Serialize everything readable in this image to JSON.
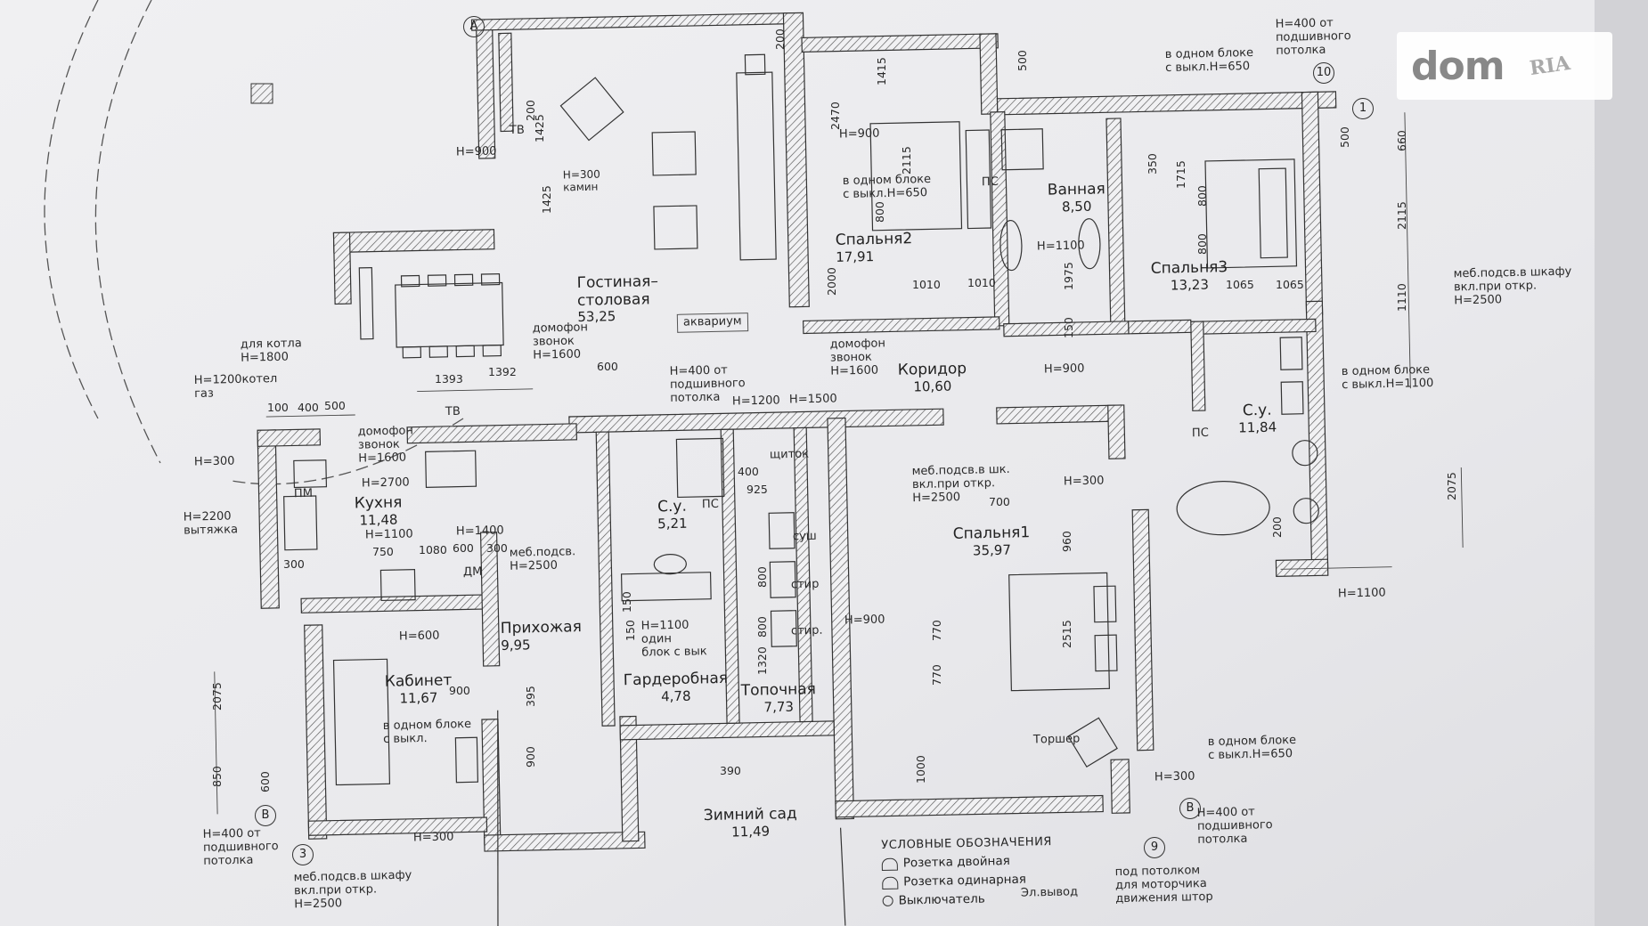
{
  "watermark": {
    "dom": "dom",
    "ria": "RIA"
  },
  "rooms": [
    {
      "id": "living",
      "name": "Гостиная–\nстоловая",
      "area": "53,25"
    },
    {
      "id": "bedroom2",
      "name": "Спальня2",
      "area": "17,91"
    },
    {
      "id": "bathroom",
      "name": "Ванная",
      "area": "8,50"
    },
    {
      "id": "bedroom3",
      "name": "Спальня3",
      "area": "13,23"
    },
    {
      "id": "corridor",
      "name": "Коридор",
      "area": "10,60"
    },
    {
      "id": "kitchen",
      "name": "Кухня",
      "area": "11,48"
    },
    {
      "id": "wc1",
      "name": "С.у.",
      "area": "5,21"
    },
    {
      "id": "wc2",
      "name": "С.у.",
      "area": "11,84"
    },
    {
      "id": "bedroom1",
      "name": "Спальня1",
      "area": "35,97"
    },
    {
      "id": "hall",
      "name": "Прихожая",
      "area": "9,95"
    },
    {
      "id": "study",
      "name": "Кабинет",
      "area": "11,67"
    },
    {
      "id": "wardrobe",
      "name": "Гардеробная",
      "area": "4,78"
    },
    {
      "id": "boiler",
      "name": "Топочная",
      "area": "7,73"
    },
    {
      "id": "garden",
      "name": "Зимний сад",
      "area": "11,49"
    }
  ],
  "notes": {
    "aquarium": "аквариум",
    "h400_top_right": "Н=400 от\nподшивного\nпотолка",
    "one_block_650_top": "в одном блоке\nс выкл.Н=650",
    "h900_left": "Н=900",
    "h300_fireplace": "Н=300\nкамин",
    "h900_bed2": "Н=900",
    "one_block_650_bed2": "в одном блоке\nс выкл.Н=650",
    "mebel_2500_right": "меб.подсв.в шкафу\nвкл.при откр.\nН=2500",
    "for_boiler": "для котла\nН=1800",
    "boiler_gas": "Н=1200котел\nгаз",
    "intercom_1600_left": "домофон\nзвонок\nН=1600",
    "intercom_1600_center": "домофон\nзвонок\nН=1600",
    "intercom_1600_corr": "домофон\nзвонок\nН=1600",
    "h400_center": "Н=400 от\nподшивного\nпотолка",
    "h1200": "Н=1200",
    "h1500": "Н=1500",
    "h900_corr": "Н=900",
    "h300_left": "Н=300",
    "h2700": "Н=2700",
    "h2200_hood": "Н=2200\nвытяжка",
    "h1100_kitchen": "Н=1100",
    "h1400": "Н=1400",
    "mebel_2500_hall": "меб.подсв.\nН=2500",
    "h600": "Н=600",
    "one_block_1100": "Н=1100\nодин\nблок с вык",
    "mebel_2500_bed1": "меб.подсв.в шк.\nвкл.при откр.\nН=2500",
    "h300_bed1": "Н=300",
    "one_block_1100_wc": "в одном блоке\nс выкл.Н=1100",
    "h1100_wc": "Н=1100",
    "one_block_650_bed1": "в одном блоке\nс выкл.Н=650",
    "torsher": "Торшер",
    "h300_bed1b": "Н=300",
    "h400_bottom_right": "Н=400 от\nподшивного\nпотолка",
    "h400_bottom_left": "Н=400 от\nподшивного\nпотолка",
    "h300_bottom": "Н=300",
    "mebel_2500_bottom": "меб.подсв.в шкафу\nвкл.при откр.\nН=2500",
    "one_block_study": "в одном блоке\nс выкл.",
    "under_ceiling": "под потолком\nдля моторчика\nдвижения штор",
    "el_output": "Эл.вывод",
    "h1100_bed2": "Н=1100",
    "h900_bed1": "Н=900",
    "pc": "ПС",
    "ps2": "ПС",
    "ps3": "ПС",
    "pm": "ПМ",
    "dm": "ДМ",
    "tv": "ТВ",
    "tv2": "ТВ",
    "shchitok": "щиток",
    "sush": "суш",
    "stir": "стир",
    "stir2": "стир."
  },
  "dims": [
    "2470",
    "1415",
    "1425",
    "1425",
    "200",
    "200",
    "500",
    "500",
    "660",
    "2115",
    "1110",
    "2075",
    "1393",
    "1392",
    "100",
    "400",
    "500",
    "300",
    "600",
    "750",
    "1080",
    "600",
    "300",
    "850",
    "600",
    "2075",
    "395",
    "900",
    "390",
    "925",
    "400",
    "1320",
    "800",
    "800",
    "150",
    "770",
    "770",
    "2515",
    "960",
    "1000",
    "700",
    "1010",
    "1010",
    "1065",
    "1065",
    "1975",
    "150",
    "350",
    "1715",
    "800",
    "800",
    "2115",
    "800",
    "2000",
    "900",
    "200",
    "150"
  ],
  "axes": [
    "А",
    "10",
    "1",
    "В",
    "3",
    "В",
    "9"
  ],
  "legend": {
    "title": "УСЛОВНЫЕ ОБОЗНАЧЕНИЯ",
    "items": [
      "Розетка двойная",
      "Розетка одинарная",
      "Выключатель"
    ]
  }
}
